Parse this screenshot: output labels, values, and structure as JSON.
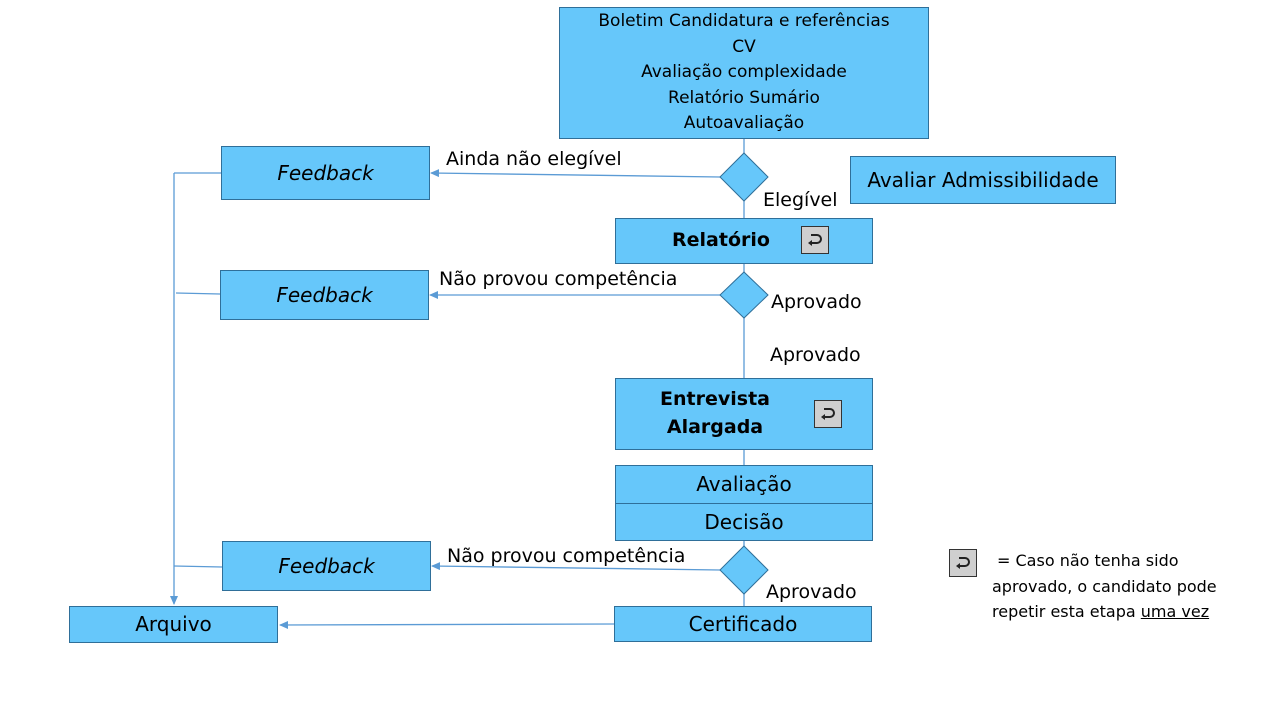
{
  "documents_box": {
    "lines": [
      "Boletim Candidatura e referências",
      "CV",
      "Avaliação complexidade",
      "Relatório Sumário",
      "Autoavaliação"
    ]
  },
  "admissibility_box": {
    "label": "Avaliar Admissibilidade"
  },
  "feedback_boxes": [
    "Feedback",
    "Feedback",
    "Feedback"
  ],
  "relatorio_box": {
    "label": "Relatório",
    "icon": "repeat-icon"
  },
  "entrevista_box": {
    "line1": "Entrevista",
    "line2": "Alargada",
    "icon": "repeat-icon"
  },
  "avaliacao_box": {
    "label": "Avaliação"
  },
  "decisao_box": {
    "label": "Decisão"
  },
  "certificado_box": {
    "label": "Certificado"
  },
  "arquivo_box": {
    "label": "Arquivo"
  },
  "edge_labels": {
    "not_eligible": "Ainda não elegível",
    "eligible": "Elegível",
    "no_competence_1": "Não provou competência",
    "approved_1a": "Aprovado",
    "approved_1b": "Aprovado",
    "no_competence_2": "Não provou competência",
    "approved_2": "Aprovado"
  },
  "legend": {
    "icon": "repeat-icon",
    "equals": "=",
    "line1": "Caso não tenha sido",
    "line2": "aprovado, o candidato pode",
    "line3_prefix": "repetir esta etapa",
    "line3_emphasis": "uma vez"
  },
  "colors": {
    "box_fill": "#66c7fa",
    "box_border": "#2f6f99",
    "connector": "#5b9bd5",
    "icon_fill": "#cfcfcf"
  }
}
